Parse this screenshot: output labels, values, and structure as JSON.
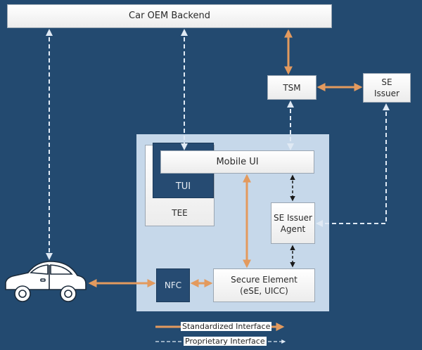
{
  "nodes": {
    "backend": "Car OEM Backend",
    "tsm": "TSM",
    "se_issuer_line1": "SE",
    "se_issuer_line2": "Issuer",
    "mobile_ui": "Mobile UI",
    "tui": "TUI",
    "tee": "TEE",
    "se_agent_line1": "SE Issuer",
    "se_agent_line2": "Agent",
    "nfc": "NFC",
    "secure_element_line1": "Secure Element",
    "secure_element_line2": "(eSE, UICC)"
  },
  "legend": {
    "standardized": "Standardized Interface",
    "proprietary": "Proprietary Interface"
  },
  "colors": {
    "background": "#234a70",
    "standardized_arrow": "#e39a5e",
    "proprietary_arrow": "#dfe9f4",
    "internal_arrow": "#1a1a1a",
    "phone_panel": "#c6d8ea",
    "dark_box": "#264b72"
  }
}
